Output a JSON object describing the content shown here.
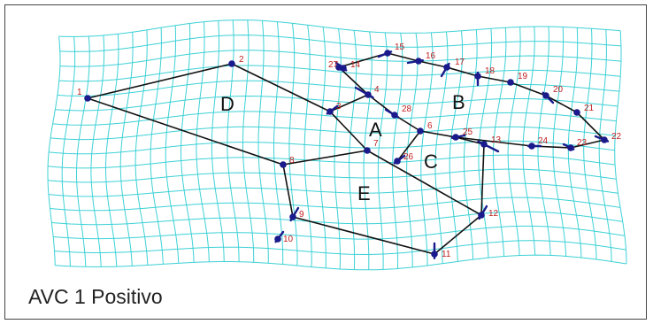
{
  "caption": "AVC 1 Positivo",
  "colors": {
    "grid": "#3ed1d6",
    "node": "#1a1a8c",
    "edge": "#111111",
    "node_label": "#c02020",
    "tick": "#1a1a8c"
  },
  "regions": [
    {
      "id": "A",
      "label": "A"
    },
    {
      "id": "B",
      "label": "B"
    },
    {
      "id": "C",
      "label": "C"
    },
    {
      "id": "D",
      "label": "D"
    },
    {
      "id": "E",
      "label": "E"
    }
  ],
  "nodes": [
    {
      "id": 1,
      "label": "1"
    },
    {
      "id": 2,
      "label": "2"
    },
    {
      "id": 3,
      "label": "3"
    },
    {
      "id": 4,
      "label": "4"
    },
    {
      "id": 6,
      "label": "6"
    },
    {
      "id": 7,
      "label": "7"
    },
    {
      "id": 8,
      "label": "8"
    },
    {
      "id": 9,
      "label": "9"
    },
    {
      "id": 10,
      "label": "10"
    },
    {
      "id": 11,
      "label": "11"
    },
    {
      "id": 12,
      "label": "12"
    },
    {
      "id": 13,
      "label": "13"
    },
    {
      "id": 14,
      "label": "14"
    },
    {
      "id": 15,
      "label": "15"
    },
    {
      "id": 16,
      "label": "16"
    },
    {
      "id": 17,
      "label": "17"
    },
    {
      "id": 18,
      "label": "18"
    },
    {
      "id": 19,
      "label": "19"
    },
    {
      "id": 20,
      "label": "20"
    },
    {
      "id": 21,
      "label": "21"
    },
    {
      "id": 22,
      "label": "22"
    },
    {
      "id": 23,
      "label": "23"
    },
    {
      "id": 24,
      "label": "24"
    },
    {
      "id": 25,
      "label": "25"
    },
    {
      "id": 26,
      "label": "26"
    },
    {
      "id": 27,
      "label": "27"
    },
    {
      "id": 28,
      "label": "28"
    }
  ]
}
